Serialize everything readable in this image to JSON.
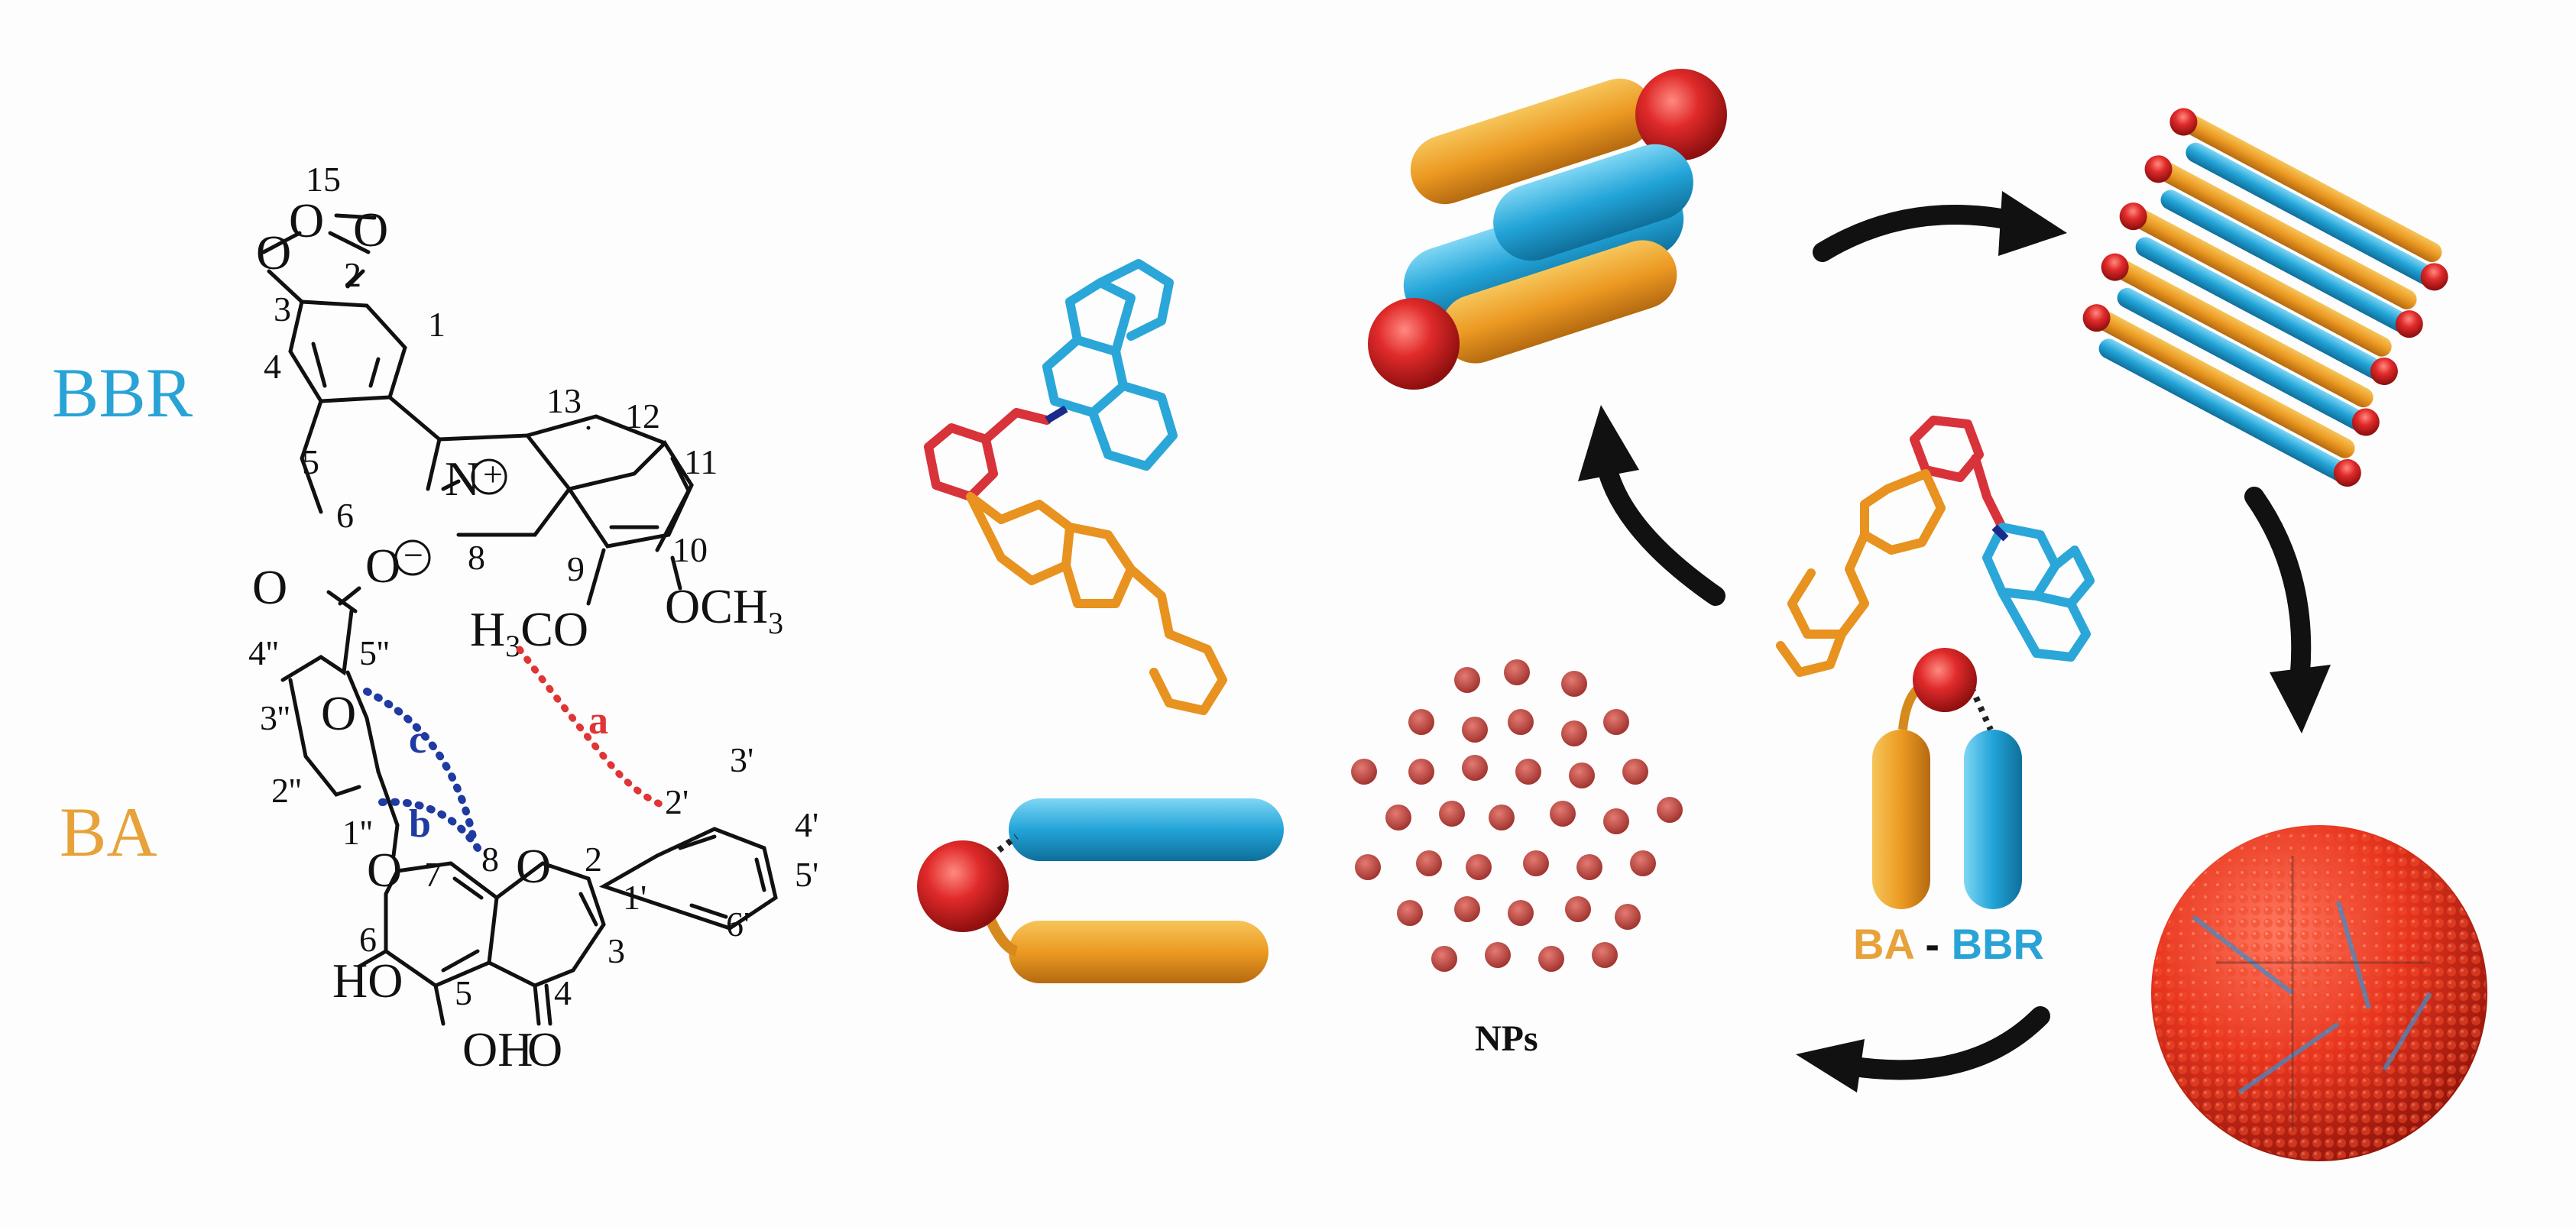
{
  "labels": {
    "bbr": "BBR",
    "ba": "BA",
    "nps": "NPs",
    "ba_part": "BA",
    "dash": " - ",
    "bbr_part": "BBR",
    "interaction_a": "a",
    "interaction_b": "b",
    "interaction_c": "c"
  },
  "atoms": {
    "O": "O",
    "N": "N",
    "och3": "OCH",
    "h3co_h": "H",
    "h3co_3": "3",
    "h3co_co": "CO",
    "och3_sub": "3",
    "ho": "HO",
    "oh": "OH",
    "charge_plus": "+",
    "charge_minus": "−"
  },
  "numbers": {
    "n15": "15",
    "n2": "2",
    "n3": "3",
    "n1": "1",
    "n4": "4",
    "n13": "13",
    "n12": "12",
    "n5": "5",
    "n11": "11",
    "n6": "6",
    "n10": "10",
    "n8": "8",
    "n9": "9",
    "p4": "4''",
    "p5": "5''",
    "p3": "3''",
    "p2": "2''",
    "p1": "1''",
    "b7": "7",
    "b8": "8",
    "b2": "2",
    "b6": "6",
    "b5": "5",
    "b4": "4",
    "b3": "3",
    "q3": "3'",
    "q4": "4'",
    "q2": "2'",
    "q5": "5'",
    "q1": "1'",
    "q6": "6'"
  },
  "colors": {
    "bbr_blue": "#29a3d6",
    "ba_orange": "#e7a23a",
    "sphere_red": "#e02a2a",
    "interaction_red": "#e03535",
    "interaction_blue": "#1f3aa0"
  },
  "icons": [
    "cycle-arrow-icon",
    "red-sphere-icon",
    "nanoparticle-sphere-icon"
  ]
}
